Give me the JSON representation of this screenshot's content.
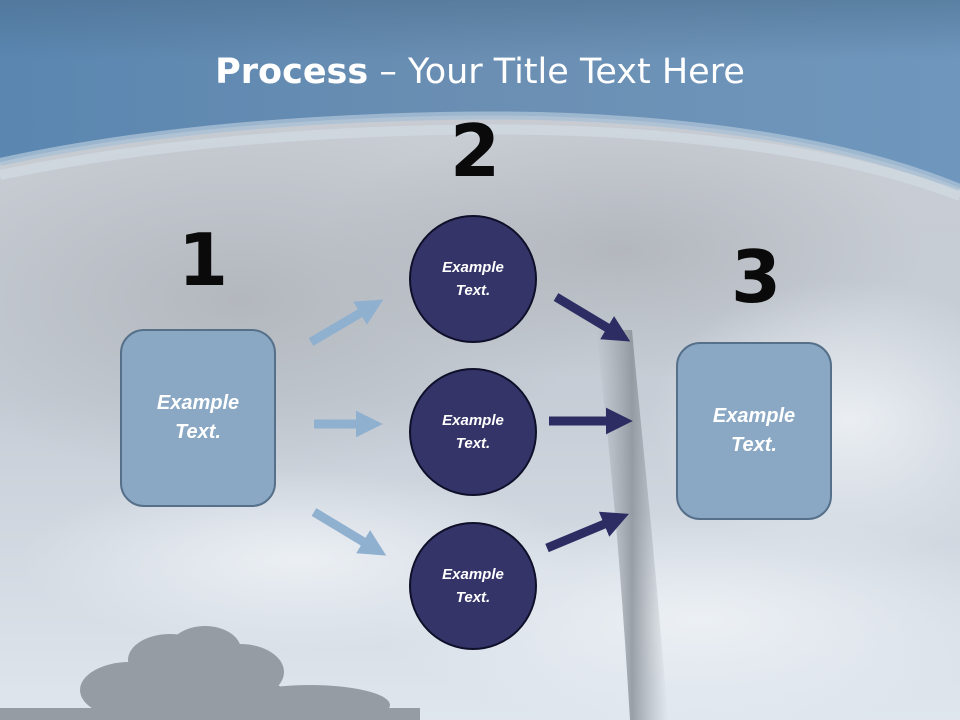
{
  "title": {
    "bold": "Process",
    "rest": " – Your Title Text Here"
  },
  "steps": [
    {
      "number": "1",
      "text": "Example\nText."
    },
    {
      "number": "2",
      "text": "Example\nText."
    },
    {
      "number": "3",
      "text": "Example\nText."
    }
  ],
  "circles": [
    {
      "text": "Example\nText."
    },
    {
      "text": "Example\nText."
    },
    {
      "text": "Example\nText."
    }
  ],
  "colors": {
    "header": "#5f87ad",
    "box_fill": "#8aa8c4",
    "circle_fill": "#343468",
    "light_arrow": "#8fb0cf",
    "dark_arrow": "#2d2d63"
  }
}
